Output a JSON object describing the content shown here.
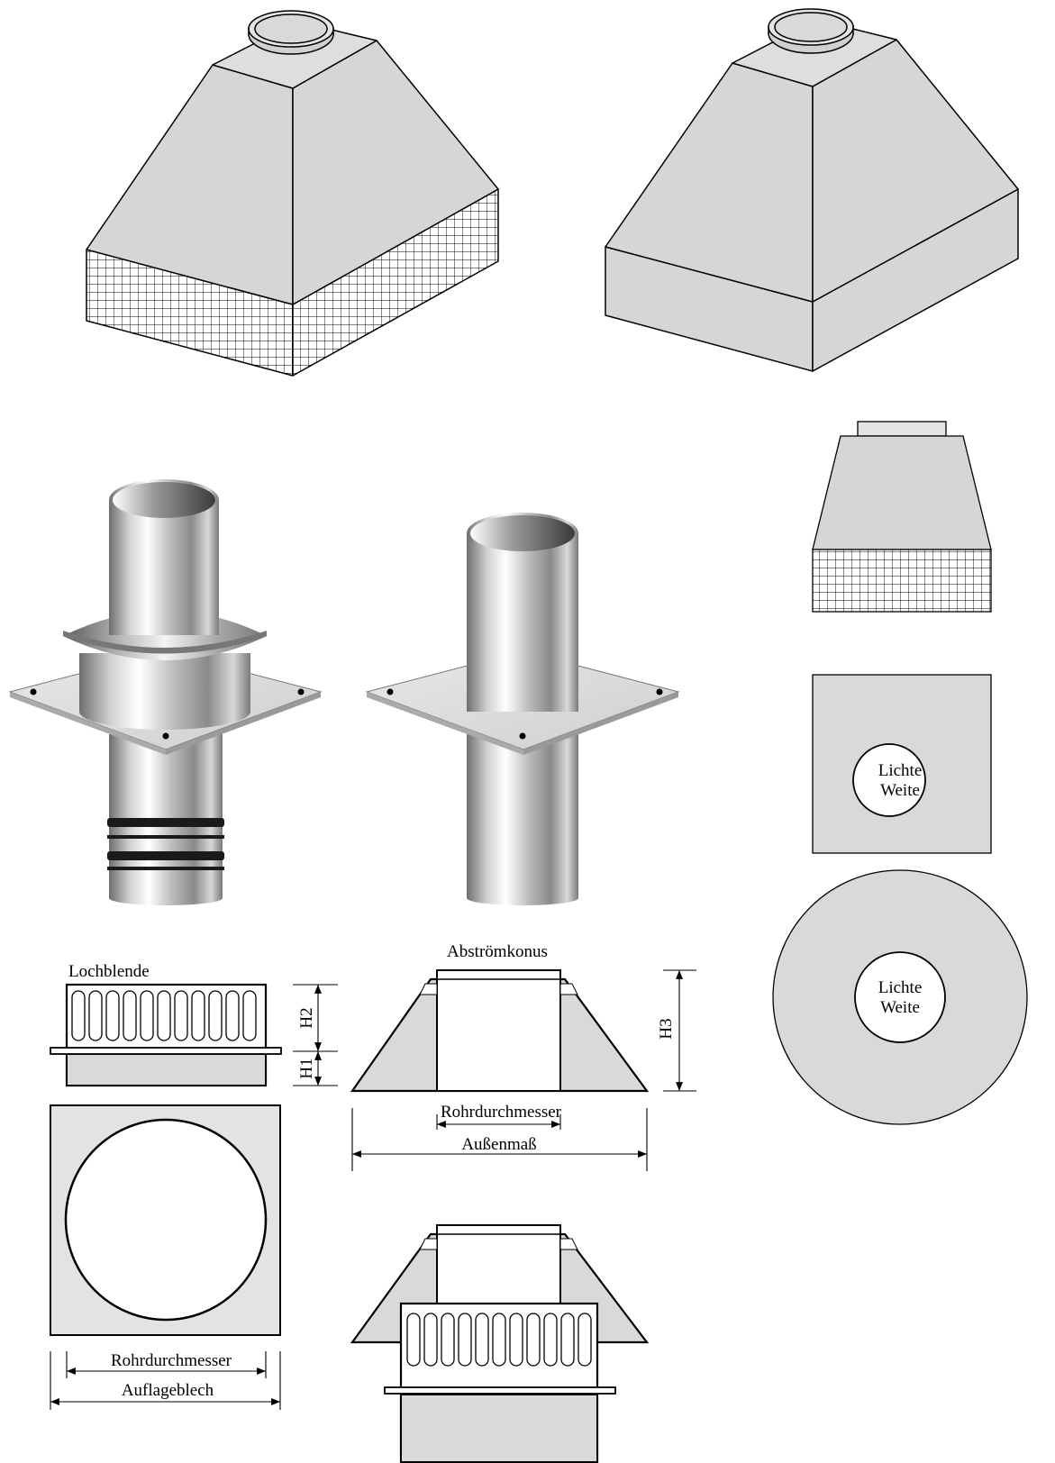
{
  "labels": {
    "lochblende": "Lochblende",
    "h1": "H1",
    "h2": "H2",
    "h3": "H3",
    "abstroemkonus": "Abströmkonus",
    "rohrdurchmesser_cone": "Rohrdurchmesser",
    "aussenmass": "Außenmaß",
    "rohrdurchmesser_plate": "Rohrdurchmesser",
    "auflageblech": "Auflageblech",
    "lichte_square_line1": "Lichte",
    "lichte_square_line2": "Weite",
    "lichte_round_line1": "Lichte",
    "lichte_round_line2": "Weite"
  },
  "colors": {
    "face": "#d6d6d6",
    "face_dark": "#c4c4c4",
    "plate": "#e3e3e3",
    "line": "#000000"
  }
}
